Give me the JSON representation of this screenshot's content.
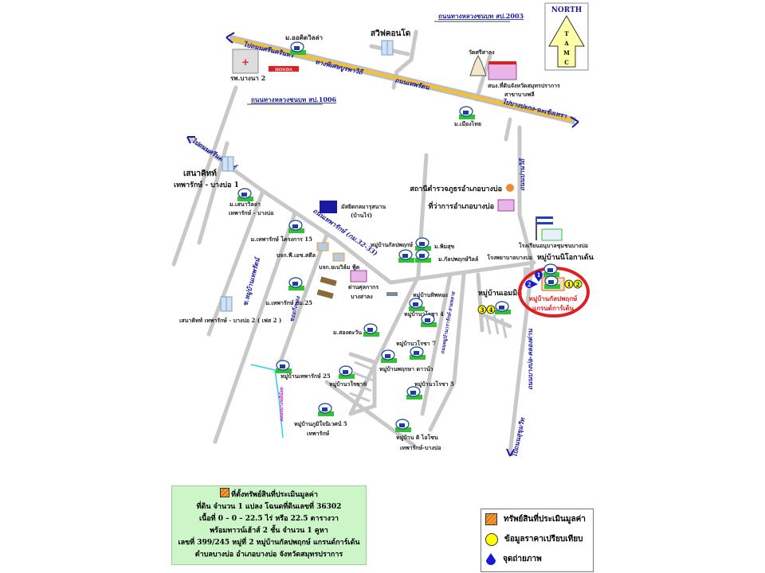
{
  "north": {
    "title": "NORTH",
    "letters": [
      "T",
      "A",
      "M",
      "C"
    ]
  },
  "roads": {
    "main_west": "ไปถนนศรีนครินทร์",
    "expressway": "ทางพิเศษบูรพาวิถี",
    "main_center": "ถนนเทพรัตน",
    "main_east": "ไปบางปะกง-ฉะเชิงเทรา",
    "rural_2003": "ถนนทางหลวงชนบท สป.2003",
    "rural_1006": "ถนนทางหลวงชนบท สป.1006",
    "theparak_west": "ไปถนนศรีนครินทร์",
    "theparak": "ถนนเทพารักษ์ (กม.32-33)",
    "east_road": "ถนนปานวิถี",
    "east_road_south": "ถนนบางบ่อ-คลองด่าน",
    "to_sukhumvit": "ไปถนนสุขุมวิท",
    "soi_left": "ซ.หมู่บ้านเทพรัตน์",
    "soi_mid": "ซอยกิ่งทอง",
    "soi_right": "ถนนหมู่บ้านวรารักษ์-สายหลาย",
    "canal": "คลองบางพลีน้อย"
  },
  "places": {
    "orchid": "ม.ออคิดวิลล่า",
    "hospital": "รพ.บางนา 2",
    "honda": "HONDA",
    "swift": "สวิฟคอนโด",
    "temple": "วัดศรีสาลง",
    "land_office_1": "สนง.ที่ดินจังหวัดสมุทรปราการ",
    "land_office_2": "สาขาบางพลี",
    "muang_thai": "ม.เมืองไทย",
    "senakit1_a": "เสนาคิทท์",
    "senakit1_b": "เทพารักษ์ - บางบ่อ 1",
    "sena_villa_a": "ม.เสนาวิลล่า",
    "sena_villa_b": "เทพารักษ์ - บางบ่อ",
    "mosque_a": "มัสยิดกลมารุสนาน",
    "mosque_b": "(บ้านไร่)",
    "thep15": "ม.เทพารักษ์ โครงการ 15",
    "factory1": "บจก.พี.เอช.สตีล",
    "factory2": "บจก.ยเนวิล์ม ฟู้ด",
    "customs_a": "ด่านศุลกากร",
    "customs_b": "บางสาลง",
    "thep25": "ม.เทพารักษ์ กม.25",
    "senakit2": "เสนาคิทท์ เทพารักษ์ - บางบ่อ 2 ( เฟส 2 )",
    "police": "สถานีตำรวจภูธรอำเภอบางบ่อ",
    "district": "ที่ว่าการอำเภอบางบ่อ",
    "school": "โรงเรียนอนุบาลชุมชนบางบ่อ",
    "hosp_bangbo": "โรงพยาบาลบางบ่อ",
    "nico": "หมู่บ้านนิโอกาเด้น",
    "kalpa": "หมู่บ้านกัลปพฤกษ์",
    "pimsuk": "ม.พิมสุข",
    "kalpa_ville": "ม.กัลปพฤกษ์วิลล์",
    "emmy": "หมู่บ้านเอมมิตี้",
    "thipthong": "หมู่บ้านทิพทอง",
    "warocha4": "หมู่บ้านวโรชา 4",
    "songtawan": "ม.สองตะวัน",
    "warocha7": "หมู่บ้านวโรชา 7",
    "pruksa": "หมู่บ้านพฤกษา ดาวน์ว",
    "warocha6": "หมู่บ้านวโรชา6",
    "thep25v": "หมู่บ้านเทพารักษ์ 25",
    "warocha5": "หมู่บ้านวโรชา 5",
    "phumjai_a": "หมู่บ้านภูมิใจนิเวศน์ 5",
    "phumjai_b": "เทพารักษ์",
    "icon_a": "หมู่บ้าน ดิ ไอโซน",
    "icon_b": "เทพารักษ์-บางบ่อ",
    "subject_a": "หมู่บ้านกัลปพฤกษ์",
    "subject_b": "แกรนด์การ์เด้น"
  },
  "markers": {
    "photo": [
      "1",
      "2"
    ],
    "compare": [
      "1",
      "2",
      "3",
      "4"
    ]
  },
  "info_box": {
    "title": "ที่ตั้งทรัพย์สินที่ประเมินมูลค่า",
    "lines": [
      "ที่ดิน  จำนวน  1  แปลง  โฉนดที่ดินเลขที่ 36302",
      "เนื้อที่  0 – 0 – 22.5 ไร่  หรือ 22.5 ตารางวา",
      "พร้อมทาวน์เฮ้าส์ 2 ชั้น จำนวน 1 คูหา",
      "เลขที่ 399/245 หมู่ที่ 2 หมู่บ้านกัลปพฤกษ์ แกรนด์การ์เด้น",
      "ตำบลบางบ่อ อำเภอบางบ่อ จังหวัดสมุทรปราการ"
    ]
  },
  "legend": {
    "items": [
      {
        "icon": "hatched-square-icon",
        "label": "ทรัพย์สินที่ประเมินมูลค่า"
      },
      {
        "icon": "yellow-circle-icon",
        "label": "ข้อมูลราคาเปรียบเทียบ"
      },
      {
        "icon": "blue-drop-icon",
        "label": "จุดถ่ายภาพ"
      }
    ]
  },
  "colors": {
    "road": "#c8c8c8",
    "main_road_core": "#f5c12e",
    "road_label": "#1a1aa0",
    "highlight": "#e02020",
    "info_bg": "#ccf5c8"
  }
}
